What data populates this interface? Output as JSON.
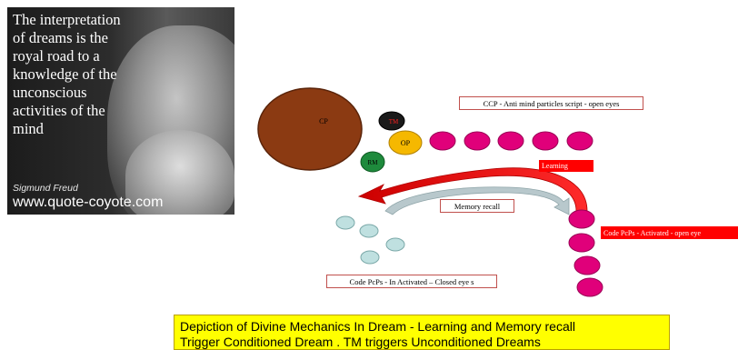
{
  "quote": {
    "text_lines": [
      "The interpretation",
      "of dreams is the",
      "royal road to a",
      "knowledge of the",
      "unconscious",
      "activities of the",
      "mind"
    ],
    "author": "Sigmund Freud",
    "site": "www.quote-coyote.com"
  },
  "diagram": {
    "cp_label": "CP",
    "tm_label": "TM",
    "op_label": "OP",
    "rm_label": "RM",
    "ccp_label": "CCP  - Anti mind particles script  - open eyes",
    "learning_label": "Learning",
    "memory_recall_label": "Memory recall",
    "code_pcps_activated_label": "Code PcPs  - Activated  - open eye",
    "code_pcps_inactivated_label": "Code PcPs  - In Activated – Closed eye s"
  },
  "caption": {
    "line1": "Depiction of Divine Mechanics  In Dream -  Learning and Memory recall",
    "line2": "Trigger  Conditioned Dream  . TM triggers Unconditioned Dreams"
  },
  "colors": {
    "cp_fill": "#8b3a12",
    "tm_fill": "#1a1a1a",
    "op_fill": "#f5b800",
    "rm_fill": "#1e8a3c",
    "magenta": "#e0007a",
    "pale_teal": "#bfe0e0",
    "arrow_red": "#e00000",
    "arrow_gray": "#b8c8cc",
    "caption_bg": "#ffff00"
  }
}
